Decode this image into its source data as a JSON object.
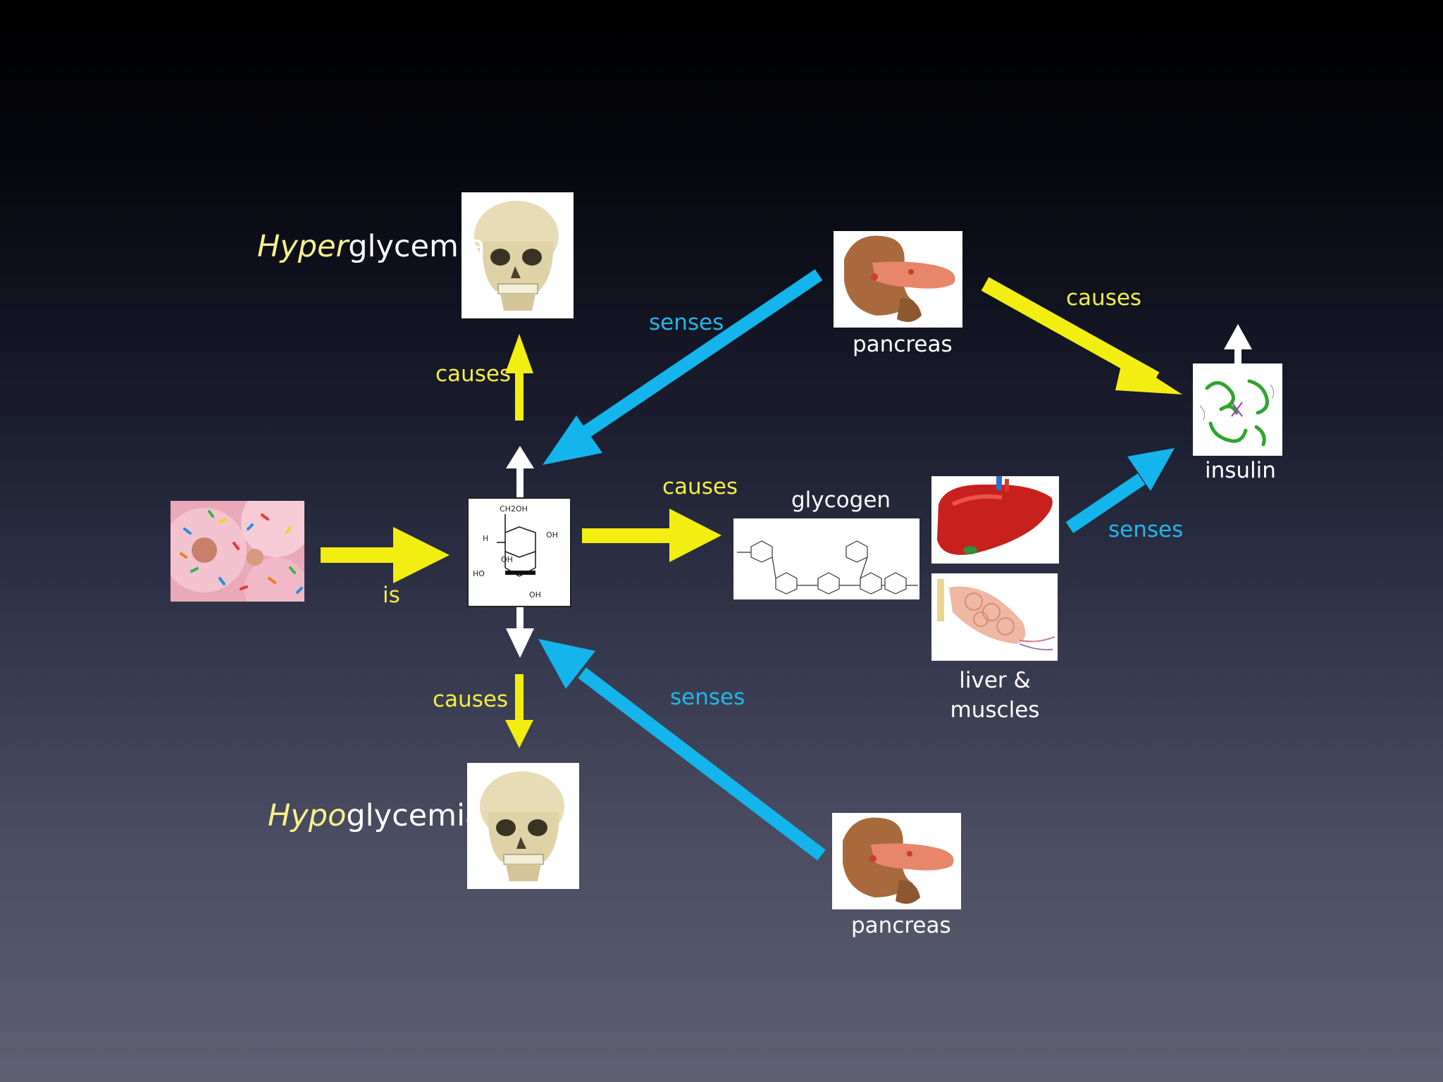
{
  "diagram": {
    "nodes": {
      "donut": {
        "label": ""
      },
      "glucose": {
        "label": ""
      },
      "hyper": {
        "prefix": "Hyper",
        "suffix": "glycemia"
      },
      "hypo": {
        "prefix": "Hypo",
        "suffix": "glycemia"
      },
      "pancreas_top": {
        "label": "pancreas"
      },
      "pancreas_bottom": {
        "label": "pancreas"
      },
      "glycogen": {
        "label": "glycogen"
      },
      "liver_muscles": {
        "line1": "liver &",
        "line2": "muscles"
      },
      "insulin": {
        "label": "insulin"
      }
    },
    "edges": {
      "is": "is",
      "causes_hyper": "causes",
      "causes_hypo": "causes",
      "causes_glycogen": "causes",
      "causes_insulin": "causes",
      "senses_top": "senses",
      "senses_bottom": "senses",
      "senses_liver": "senses"
    },
    "glucose_structure": {
      "ch2oh": "CH2OH",
      "oh_right": "OH",
      "ho_left": "HO",
      "oh_mid": "OH",
      "oh_bottom": "OH",
      "h_atom": "H"
    },
    "colors": {
      "causes_arrow": "#f2ee11",
      "senses_arrow": "#14b4ec",
      "plain_arrow": "#ffffff"
    }
  }
}
